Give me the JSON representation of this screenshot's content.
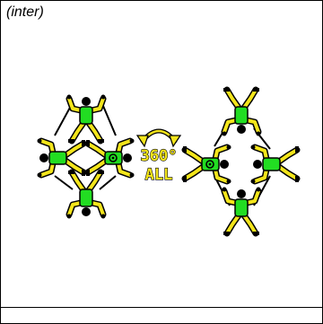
{
  "caption": "(inter)",
  "rotation_label": "360°",
  "rotation_sublabel": "ALL",
  "colors": {
    "suit": "#f3e51b",
    "torso": "#22dd22",
    "outline": "#000000",
    "background": "#ffffff"
  },
  "icons": {
    "rotation_arrow": "curved-double-arrow-icon",
    "jumper": "skydiver-icon"
  },
  "formations": [
    {
      "name": "formation-start",
      "jumpers": 4,
      "key_jumper": "right"
    },
    {
      "name": "formation-end",
      "jumpers": 4,
      "key_jumper": "left"
    }
  ]
}
